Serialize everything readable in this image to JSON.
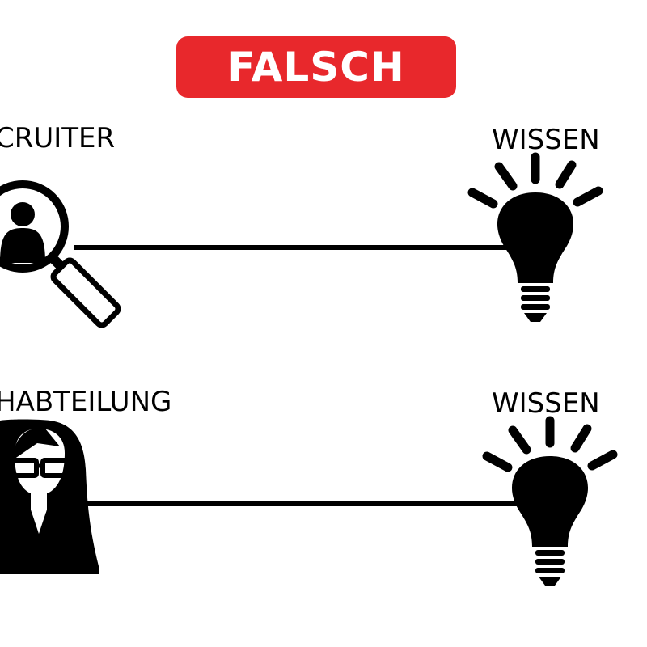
{
  "verdict": {
    "label": "FALSCH",
    "color": "#e8282c"
  },
  "rows": [
    {
      "left_label": "CRUITER",
      "left_icon": "magnifier-person-icon",
      "right_label": "WISSEN",
      "right_icon": "lightbulb-icon"
    },
    {
      "left_label": "HABTEILUNG",
      "left_icon": "woman-with-glasses-icon",
      "right_label": "WISSEN",
      "right_icon": "lightbulb-icon"
    }
  ],
  "colors": {
    "ink": "#000000",
    "background": "#ffffff"
  }
}
